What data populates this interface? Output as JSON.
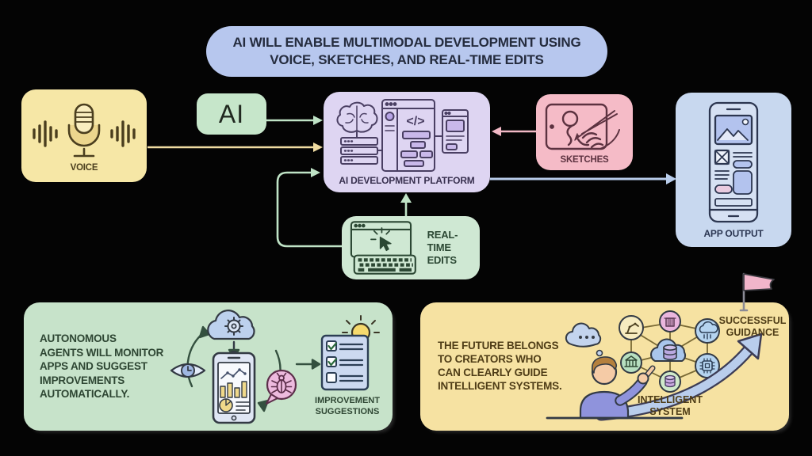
{
  "banner": {
    "text": "AI WILL ENABLE MULTIMODAL DEVELOPMENT USING\nVOICE, SKETCHES, AND REAL-TIME EDITS"
  },
  "flow": {
    "voice": {
      "label": "VOICE"
    },
    "ai": {
      "label": "AI"
    },
    "platform": {
      "label": "AI DEVELOPMENT PLATFORM"
    },
    "sketches": {
      "label": "SKETCHES"
    },
    "app_output": {
      "label": "APP OUTPUT"
    },
    "realtime_edits": {
      "label": "REAL-TIME\nEDITS"
    }
  },
  "agents_panel": {
    "text": "AUTONOMOUS\nAGENTS WILL MONITOR\nAPPS AND SUGGEST\nIMPROVEMENTS\nAUTOMATICALLY.",
    "caption": "IMPROVEMENT\nSUGGESTIONS"
  },
  "future_panel": {
    "text": "THE FUTURE BELONGS\nTO CREATORS WHO\nCAN CLEARLY GUIDE\nINTELLIGENT SYSTEMS.",
    "system_label": "INTELLIGENT\nSYSTEM",
    "guidance_label": "SUCCESSFUL\nGUIDANCE"
  },
  "colors": {
    "background": "#040404",
    "banner_bg": "#b7c7ee",
    "voice_bg": "#f6e7a6",
    "ai_bg": "#c6e6ca",
    "platform_bg": "#ded5f2",
    "sketches_bg": "#f5bbc7",
    "app_output_bg": "#c8d8ef",
    "edits_bg": "#cfe8d3",
    "agents_panel_bg": "#c7e3ca",
    "future_panel_bg": "#f6e2a2",
    "arrow_voice": "#f0dca2",
    "arrow_ai": "#bfe3c6",
    "arrow_sketches": "#f2b9c6",
    "arrow_output": "#b9cdeb",
    "arrow_edits": "#bfe3c6",
    "growth_arrow": "#b9cdec",
    "flag": "#f1b5ca"
  }
}
